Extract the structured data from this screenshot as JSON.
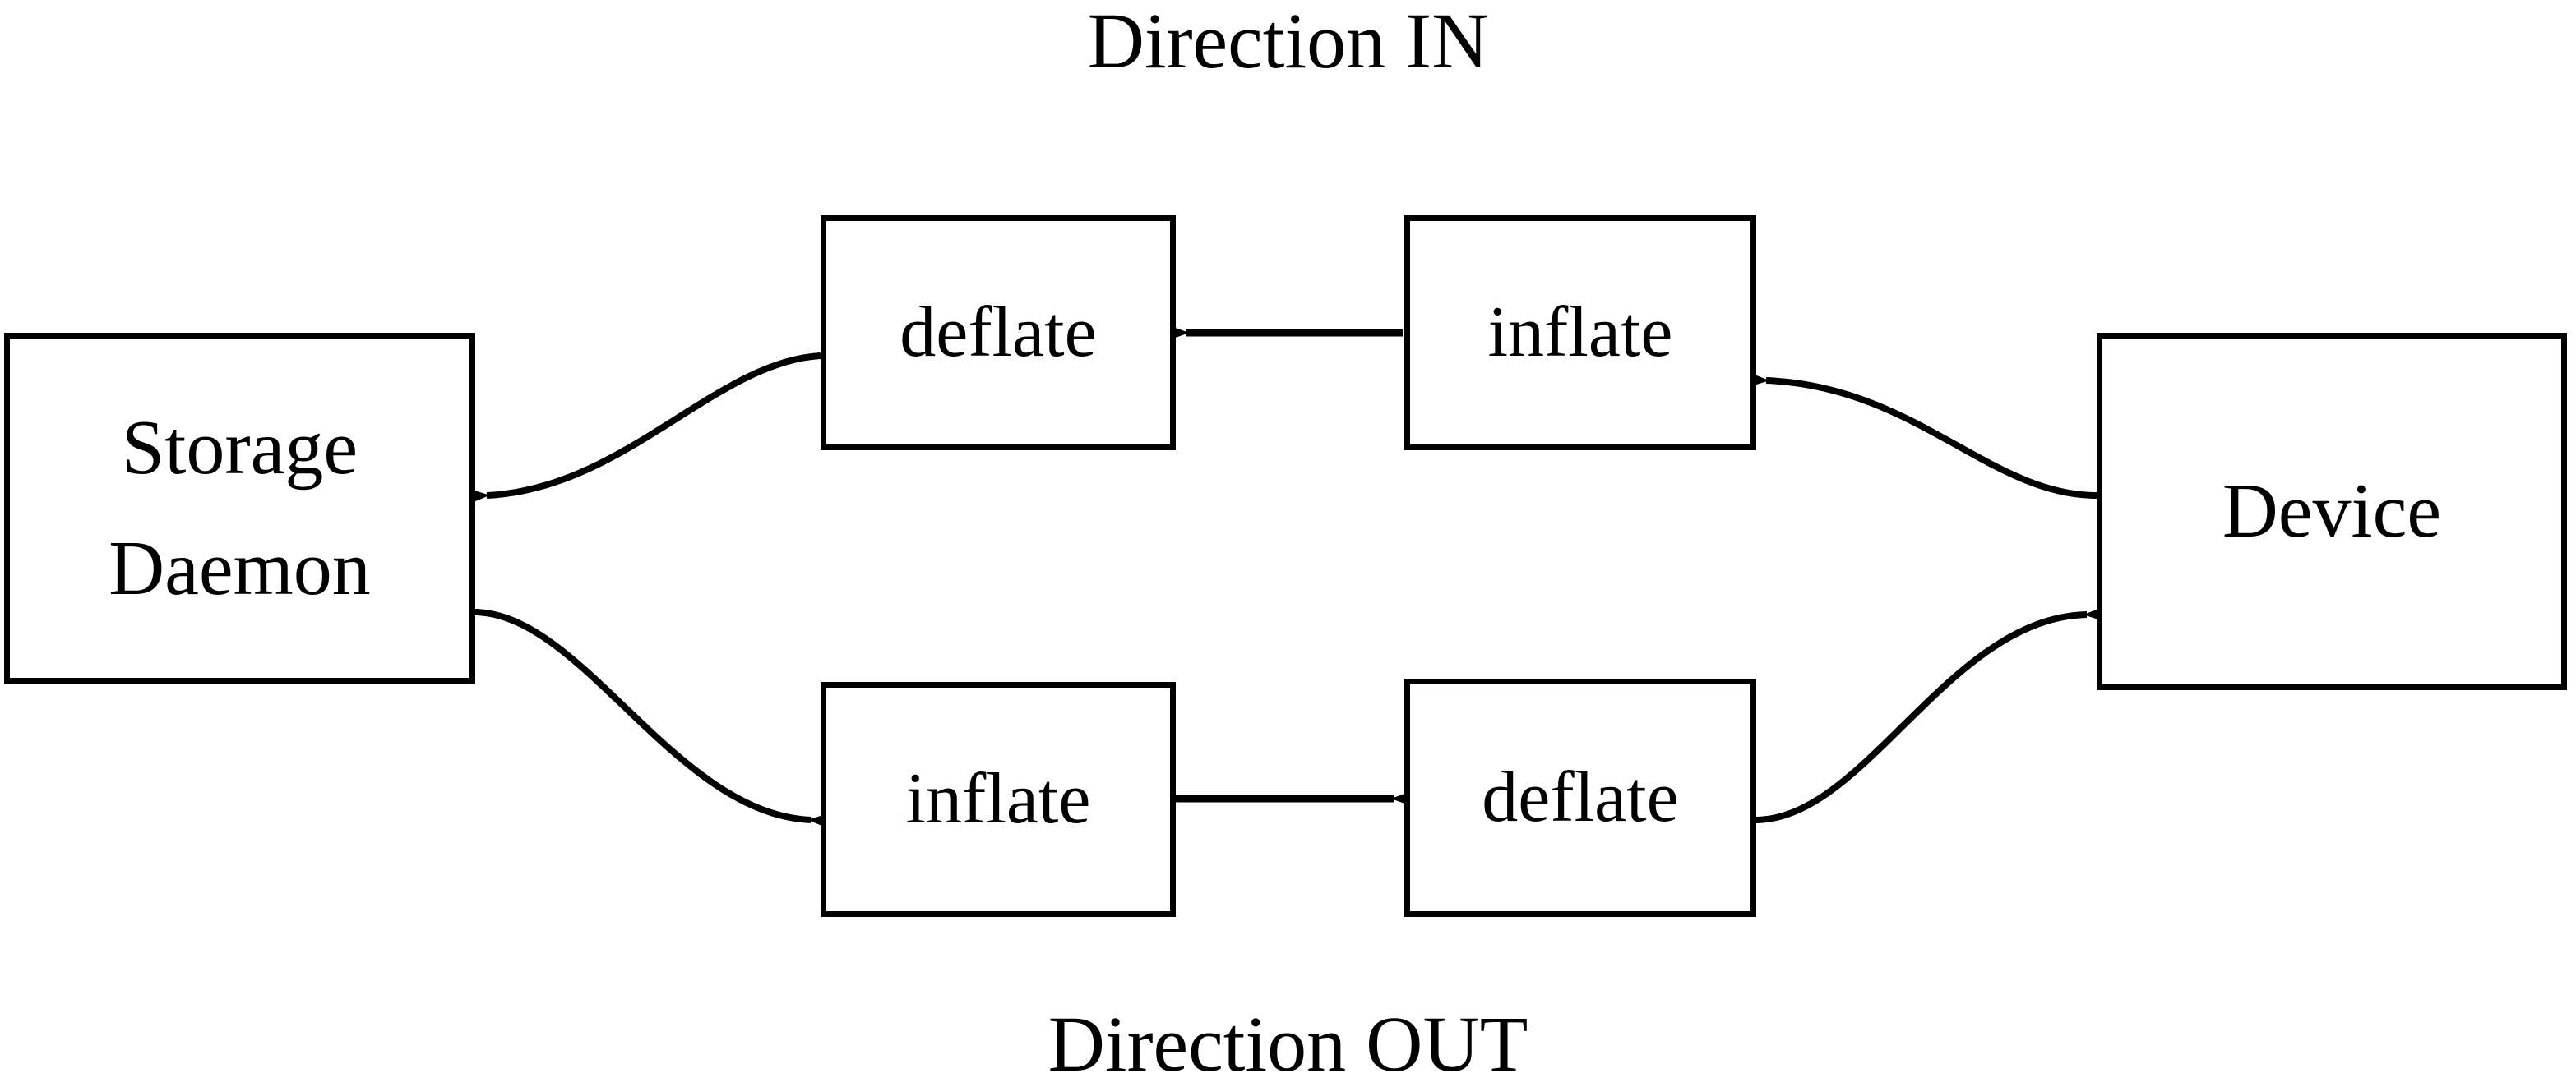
{
  "diagram": {
    "title_top": "Direction IN",
    "title_bottom": "Direction OUT",
    "stroke_color": "#000000",
    "background_color": "#ffffff",
    "nodes": [
      {
        "id": "storage-daemon",
        "label_line_1": "Storage",
        "label_line_2": "Daemon"
      },
      {
        "id": "deflate-in",
        "label": "deflate"
      },
      {
        "id": "inflate-in",
        "label": "inflate"
      },
      {
        "id": "inflate-out",
        "label": "inflate"
      },
      {
        "id": "deflate-out",
        "label": "deflate"
      },
      {
        "id": "device",
        "label": "Device"
      }
    ],
    "edges": [
      {
        "id": "device-to-inflate-in",
        "from": "device",
        "to": "inflate-in",
        "style": "curved",
        "direction": "left"
      },
      {
        "id": "inflate-in-to-deflate-in",
        "from": "inflate-in",
        "to": "deflate-in",
        "style": "straight",
        "direction": "left"
      },
      {
        "id": "deflate-in-to-storage",
        "from": "deflate-in",
        "to": "storage-daemon",
        "style": "curved",
        "direction": "left"
      },
      {
        "id": "storage-to-inflate-out",
        "from": "storage-daemon",
        "to": "inflate-out",
        "style": "curved",
        "direction": "right"
      },
      {
        "id": "inflate-out-to-deflate-out",
        "from": "inflate-out",
        "to": "deflate-out",
        "style": "straight",
        "direction": "right"
      },
      {
        "id": "deflate-out-to-device",
        "from": "deflate-out",
        "to": "device",
        "style": "curved",
        "direction": "right"
      }
    ]
  }
}
